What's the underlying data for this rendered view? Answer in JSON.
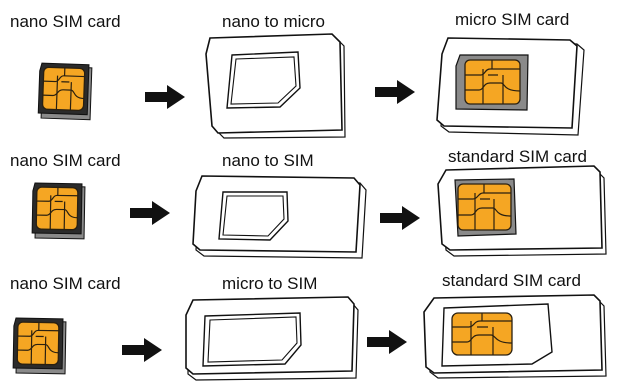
{
  "colors": {
    "chip": "#f5a623",
    "chip_lines": "#2a2010",
    "tray": "#8a8a8a",
    "card_fill": "#ffffff",
    "outline": "#111111",
    "arrow": "#111111"
  },
  "rows": [
    {
      "left_label": "nano SIM card",
      "middle_label": "nano to micro",
      "right_label": "micro SIM card",
      "left_icon": "nano-sim-icon",
      "middle_icon": "nano-to-micro-adapter-icon",
      "right_icon": "micro-sim-card-icon"
    },
    {
      "left_label": "nano SIM card",
      "middle_label": "nano to SIM",
      "right_label": "standard SIM card",
      "left_icon": "nano-sim-icon",
      "middle_icon": "nano-to-sim-adapter-icon",
      "right_icon": "standard-sim-card-icon"
    },
    {
      "left_label": "nano SIM card",
      "middle_label": "micro to SIM",
      "right_label": "standard SIM card",
      "left_icon": "nano-sim-icon",
      "middle_icon": "micro-to-sim-adapter-icon",
      "right_icon": "standard-sim-card-icon"
    }
  ]
}
